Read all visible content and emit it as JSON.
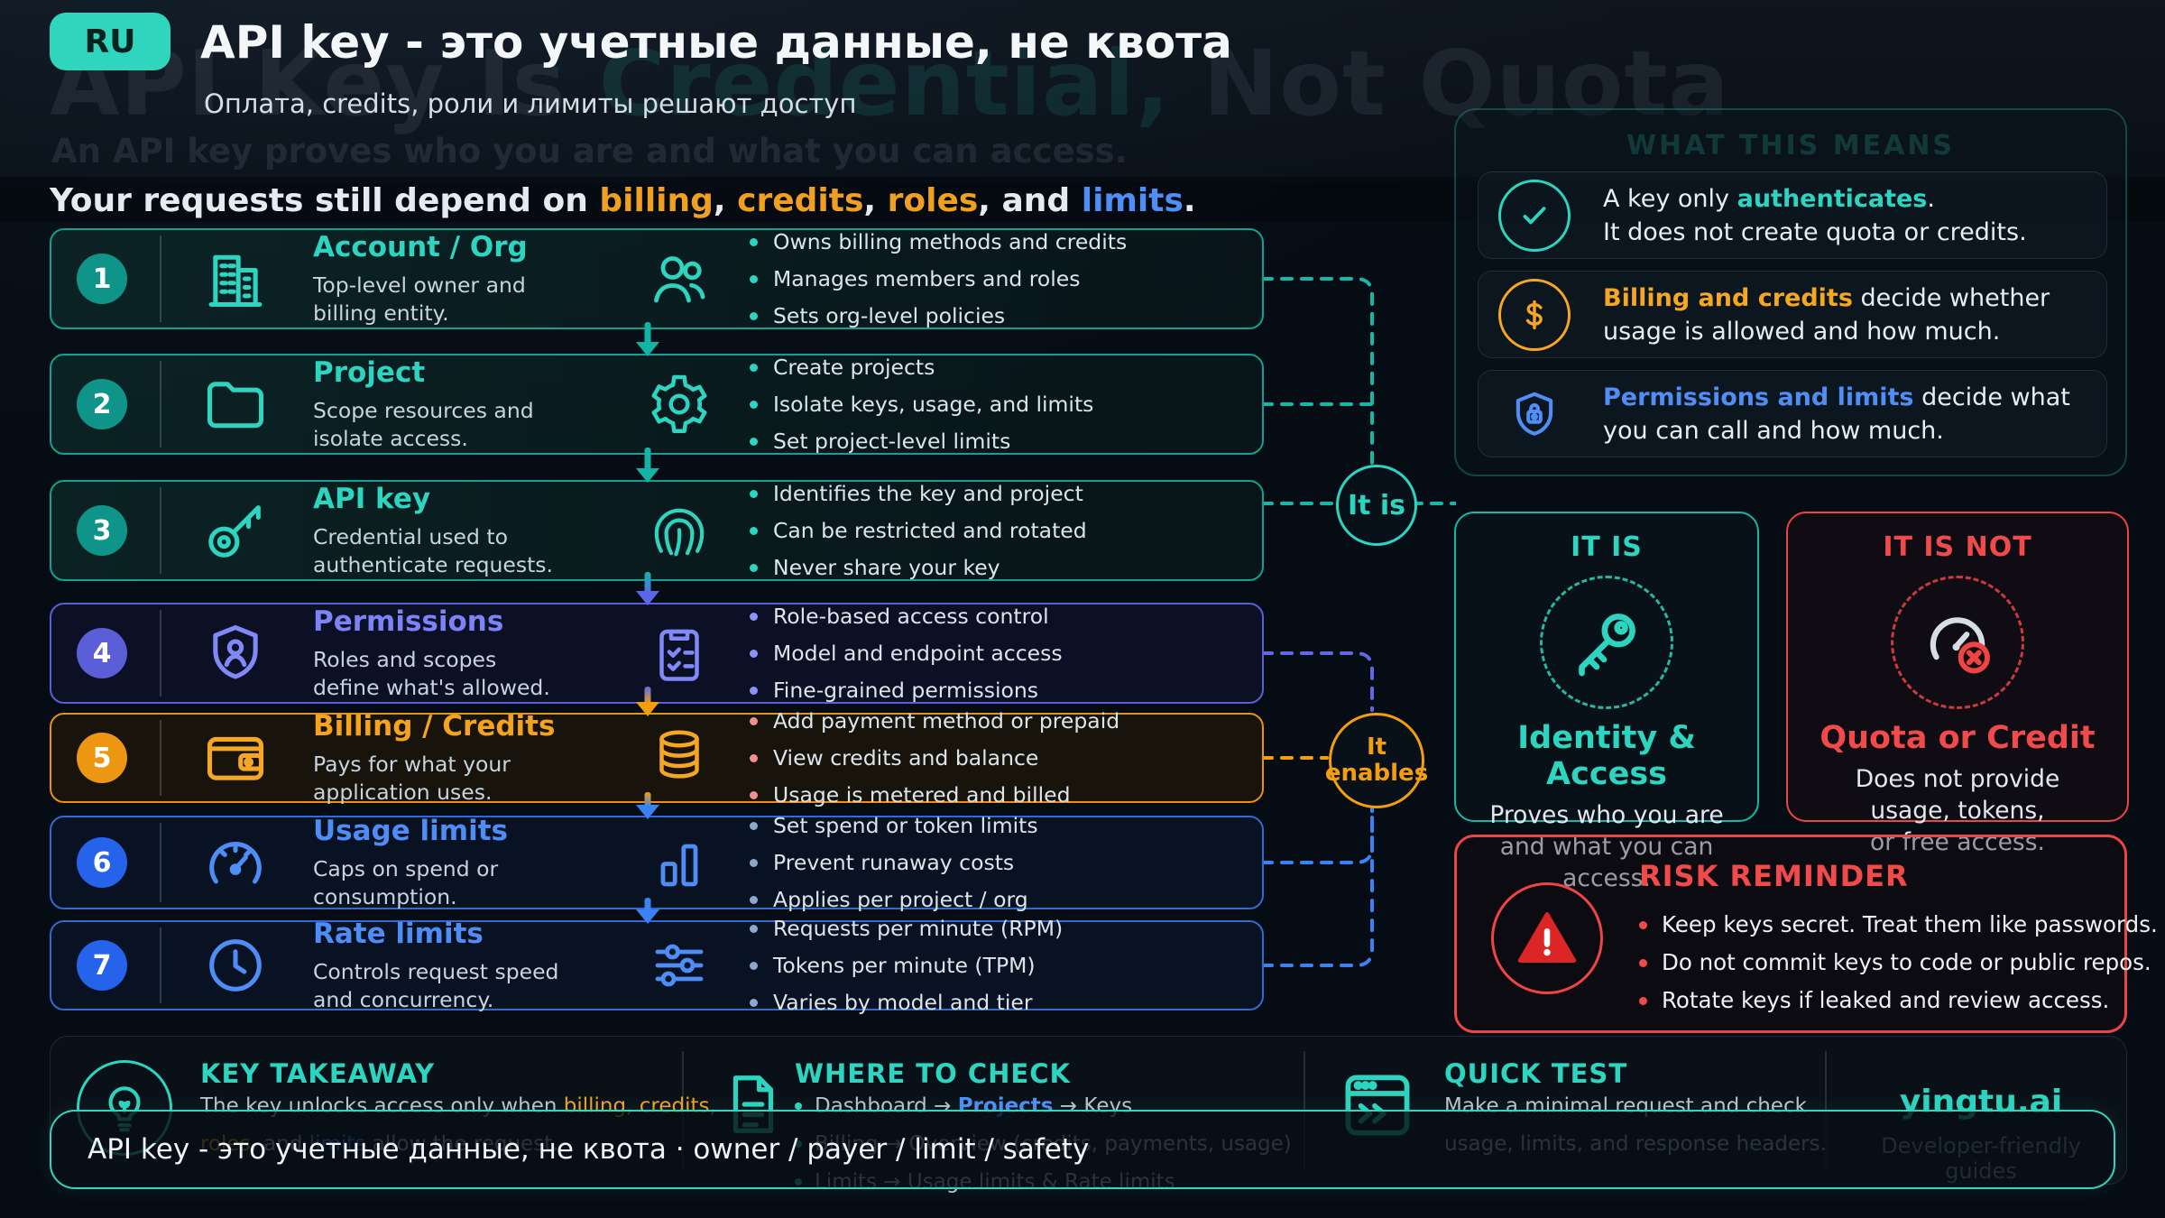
{
  "colors": {
    "teal": "#2dd4bf",
    "orange": "#f5a623",
    "blue": "#4f8ef7",
    "indigo": "#818cf8",
    "red": "#ef4444"
  },
  "header": {
    "badge": "RU",
    "title": "API key - это учетные данные, не квота",
    "subtitle": "Оплата, credits, роли и лимиты решают доступ",
    "watermark_pre": "API Key Is ",
    "watermark_mid": "Credential,",
    "watermark_post": " Not Quota",
    "watermark_sub": "An API key proves who you are and what you can access.",
    "headline_pre": "Your requests still depend on ",
    "headline_w1": "billing",
    "headline_s1": ", ",
    "headline_w2": "credits",
    "headline_s2": ", ",
    "headline_w3": "roles",
    "headline_s3": ", and ",
    "headline_w4": "limits",
    "headline_end": "."
  },
  "rows": [
    {
      "num": "1",
      "title": "Account / Org",
      "desc": "Top-level owner and billing entity.",
      "left_icon": "building-icon",
      "right_icon": "users-icon",
      "bullets": [
        "Owns billing methods and credits",
        "Manages members and roles",
        "Sets org-level policies"
      ]
    },
    {
      "num": "2",
      "title": "Project",
      "desc": "Scope resources and isolate access.",
      "left_icon": "folder-icon",
      "right_icon": "gear-icon",
      "bullets": [
        "Create projects",
        "Isolate keys, usage, and limits",
        "Set project-level limits"
      ]
    },
    {
      "num": "3",
      "title": "API key",
      "desc": "Credential used to authenticate requests.",
      "left_icon": "key-icon",
      "right_icon": "fingerprint-icon",
      "bullets": [
        "Identifies the key and project",
        "Can be restricted and rotated",
        "Never share your key"
      ]
    },
    {
      "num": "4",
      "title": "Permissions",
      "desc": "Roles and scopes define what's allowed.",
      "left_icon": "shield-user-icon",
      "right_icon": "clipboard-check-icon",
      "bullets": [
        "Role-based access control",
        "Model and endpoint access",
        "Fine-grained permissions"
      ]
    },
    {
      "num": "5",
      "title": "Billing / Credits",
      "desc": "Pays for what your application uses.",
      "left_icon": "wallet-icon",
      "right_icon": "database-icon",
      "bullets": [
        "Add payment method or prepaid",
        "View credits and balance",
        "Usage is metered and billed"
      ]
    },
    {
      "num": "6",
      "title": "Usage limits",
      "desc": "Caps on spend or consumption.",
      "left_icon": "gauge-icon",
      "right_icon": "bar-chart-icon",
      "bullets": [
        "Set spend or token limits",
        "Prevent runaway costs",
        "Applies per project / org"
      ]
    },
    {
      "num": "7",
      "title": "Rate limits",
      "desc": "Controls request speed and concurrency.",
      "left_icon": "clock-icon",
      "right_icon": "sliders-icon",
      "bullets": [
        "Requests per minute (RPM)",
        "Tokens per minute (TPM)",
        "Varies by model and tier"
      ]
    }
  ],
  "connectors": {
    "it_is": "It is",
    "enables_line1": "It",
    "enables_line2": "enables"
  },
  "what_this_means": {
    "title": "WHAT THIS MEANS",
    "items": [
      {
        "icon": "check-circle-icon",
        "pre": "A key only ",
        "highlight": "authenticates",
        "post": ".",
        "line2": "It does not create quota or credits."
      },
      {
        "icon": "dollar-circle-icon",
        "pre": "",
        "highlight": "Billing and credits",
        "post": " decide whether",
        "line2": "usage is allowed and how much."
      },
      {
        "icon": "shield-lock-icon",
        "pre": "",
        "highlight": "Permissions and limits",
        "post": " decide what",
        "line2": "you can call and how much."
      }
    ]
  },
  "it_is_panel": {
    "label": "IT IS",
    "icon": "key-icon",
    "heading": "Identity & Access",
    "line1": "Proves who you are",
    "line2": "and what you can",
    "line3": "access."
  },
  "it_is_not_panel": {
    "label": "IT IS NOT",
    "icon": "gauge-x-icon",
    "heading": "Quota or Credit",
    "line1": "Does not provide",
    "line2": "usage, tokens,",
    "line3": "or free access."
  },
  "risk": {
    "title": "RISK REMINDER",
    "icon": "warning-icon",
    "bullets": [
      "Keep keys secret. Treat them like passwords.",
      "Do not commit keys to code or public repos.",
      "Rotate keys if leaked and review access."
    ]
  },
  "key_takeaway": {
    "title": "KEY TAKEAWAY",
    "icon": "lightbulb-icon",
    "pre": "The key unlocks access only when ",
    "w1": "billing",
    "s1": ", ",
    "w2": "credits",
    "s2": ",",
    "w3": "roles",
    "s3": ", and ",
    "w4": "limits",
    "post": " allow the request."
  },
  "where_to_check": {
    "title": "WHERE TO CHECK",
    "icon": "document-icon",
    "b1_pre": "Dashboard → ",
    "b1_hl": "Projects",
    "b1_post": " → Keys",
    "b2": "Billing → Overview (credits, payments, usage)",
    "b3": "Limits → Usage limits & Rate limits"
  },
  "quick_test": {
    "title": "QUICK TEST",
    "icon": "terminal-icon",
    "line1": "Make a minimal request and check",
    "line2": "usage, limits, and response headers."
  },
  "brand": {
    "name": "yingtu.ai",
    "tagline": "Developer-friendly guides"
  },
  "overlay_bar": {
    "text": "API key - это учетные данные, не квота · owner / payer / limit / safety"
  }
}
